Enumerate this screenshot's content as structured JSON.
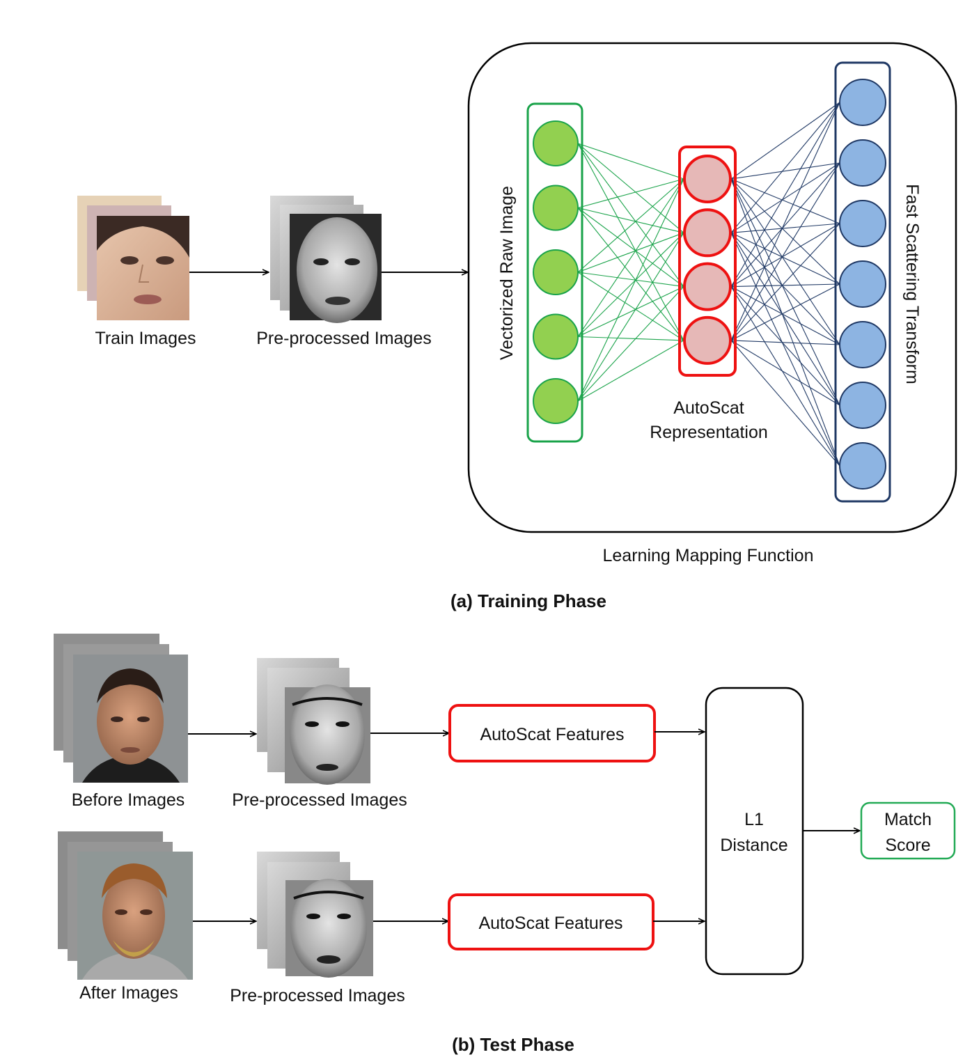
{
  "training": {
    "caption": "(a) Training Phase",
    "train_images_label": "Train Images",
    "preprocessed_label": "Pre-processed Images",
    "network": {
      "input_layer_label": "Vectorized Raw Image",
      "hidden_layer_label_line1": "AutoScat",
      "hidden_layer_label_line2": "Representation",
      "output_layer_label": "Fast Scattering Transform",
      "container_label": "Learning Mapping Function",
      "input_nodes": 5,
      "hidden_nodes": 4,
      "output_nodes": 7
    }
  },
  "test": {
    "caption": "(b) Test Phase",
    "before_images_label": "Before Images",
    "after_images_label": "After Images",
    "preprocessed_label_top": "Pre-processed Images",
    "preprocessed_label_bottom": "Pre-processed Images",
    "features_label_top": "AutoScat Features",
    "features_label_bottom": "AutoScat Features",
    "distance_label_line1": "L1",
    "distance_label_line2": "Distance",
    "match_label_line1": "Match",
    "match_label_line2": "Score"
  },
  "colors": {
    "input_node": "#92d050",
    "input_stroke": "#1aa34a",
    "hidden_node": "#e6b8b7",
    "hidden_stroke": "#ee1111",
    "output_node": "#8db4e2",
    "output_stroke": "#1f3864",
    "match_stroke": "#22aa55"
  }
}
